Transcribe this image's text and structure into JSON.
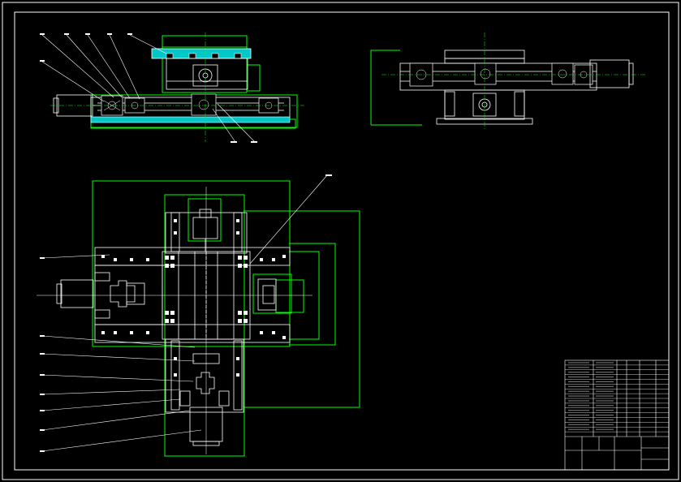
{
  "drawing": {
    "colors": {
      "background": "#000000",
      "outline": "#ffffff",
      "centerline": "#00ff00",
      "hatch": "#00c8c8",
      "leader": "#ffffff",
      "title_block": "#ffffff"
    },
    "views": [
      {
        "name": "front-section-view"
      },
      {
        "name": "side-section-view"
      },
      {
        "name": "plan-view"
      }
    ],
    "title_block": {
      "cells": [
        "",
        "",
        "",
        "",
        "",
        ""
      ],
      "parts_rows": 16
    }
  }
}
